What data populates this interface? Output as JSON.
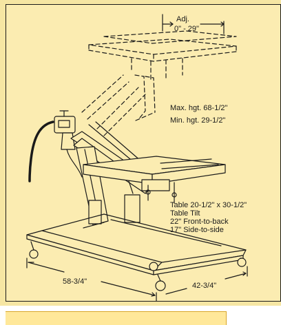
{
  "labels": {
    "adj_title": "Adj.",
    "adj_range": "0\" - 29\"",
    "max_height": "Max. hgt. 68-1/2\"",
    "min_height": "Min. hgt. 29-1/2\"",
    "table_size": "Table 20-1/2\" x 30-1/2\"",
    "table_tilt": "Table Tilt",
    "tilt_front": "22\" Front-to-back",
    "tilt_side": "17\" Side-to-side",
    "length_dim": "58-3/4\"",
    "width_dim": "42-3/4\""
  },
  "colors": {
    "background": "#fbecb1",
    "line": "#1a1a1a",
    "accent_strip": "#ffe89a"
  }
}
